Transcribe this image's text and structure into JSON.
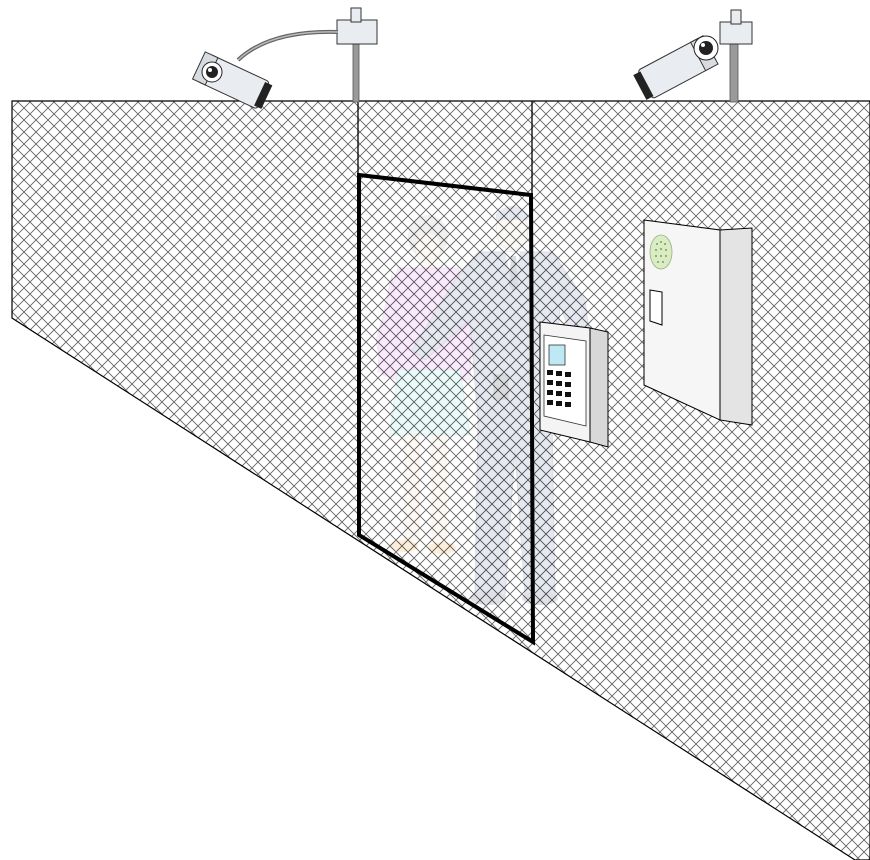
{
  "scene": {
    "background": "#ffffff",
    "fence_stroke": "#000000",
    "mesh_color": "#3a3a3a"
  },
  "cameras": [
    {
      "name": "surveillance-camera-left",
      "icon": "cctv-camera-icon",
      "body_color": "#e9ecf0"
    },
    {
      "name": "surveillance-camera-right",
      "icon": "cctv-camera-icon",
      "body_color": "#e9ecf0"
    }
  ],
  "people": [
    {
      "name": "woman-figure",
      "top_color": "#e7a3f0",
      "skirt_color": "#a8eeea",
      "shoe_color": "#f0b060"
    },
    {
      "name": "man-figure",
      "suit_color": "#8f9ab6"
    }
  ],
  "devices": [
    {
      "name": "keypad-reader",
      "icon": "access-keypad-icon",
      "screen_color": "#bfe8f5"
    },
    {
      "name": "access-control-panel",
      "icon": "control-cabinet-icon",
      "speaker_color": "#d9ecc4"
    }
  ]
}
